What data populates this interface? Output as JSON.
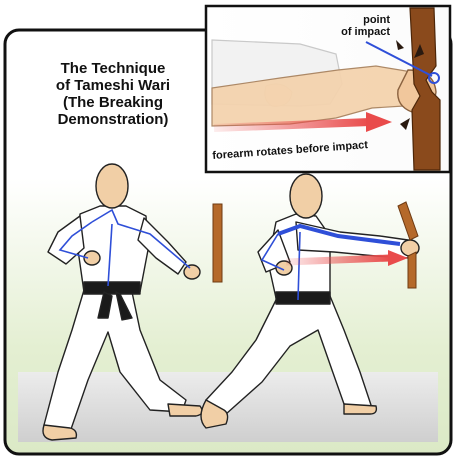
{
  "title": {
    "lines": [
      "The Technique",
      "of Tameshi Wari",
      "(The Breaking",
      "Demonstration)"
    ]
  },
  "inset": {
    "label_impact_line1": "point",
    "label_impact_line2": "of impact",
    "label_rotation": "forearm rotates before impact"
  },
  "colors": {
    "frame": "#111111",
    "panel_background": "#e7f1d8",
    "floor": "#dadada",
    "skin": "#f1cfa6",
    "gi": "#ffffff",
    "belt": "#1a1a1a",
    "board": "#b5692a",
    "motion_blue": "#2f4fd8",
    "motion_red": "#e94b4b"
  },
  "icons": [
    "karateka-stance-figure",
    "karateka-punch-figure",
    "wooden-board",
    "broken-board",
    "motion-arrow"
  ]
}
